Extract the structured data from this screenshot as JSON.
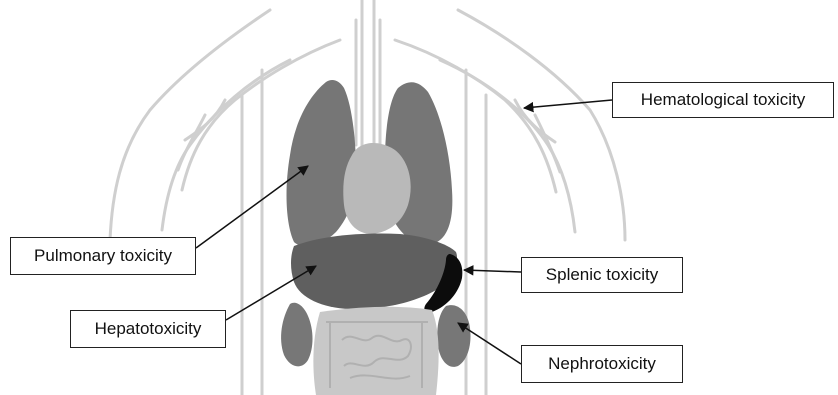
{
  "labels": {
    "hematological": "Hematological toxicity",
    "pulmonary": "Pulmonary toxicity",
    "splenic": "Splenic toxicity",
    "hepatic": "Hepatotoxicity",
    "nephro": "Nephrotoxicity"
  },
  "colors": {
    "outline": "#cfcfcf",
    "lung": "#767676",
    "heart": "#b9b9b9",
    "liver": "#5f5f5f",
    "spleen": "#0c0c0c",
    "kidney": "#777777",
    "intestine": "#c8c8c8",
    "arrow": "#111111"
  }
}
